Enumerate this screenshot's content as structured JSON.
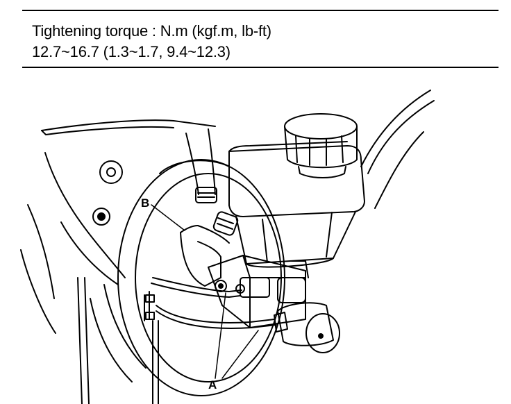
{
  "spec": {
    "torque_label": "Tightening torque : N.m (kgf.m, lb-ft)",
    "torque_value": "12.7~16.7 (1.3~1.7, 9.4~12.3)"
  },
  "callouts": {
    "a": "A",
    "b": "B"
  },
  "colors": {
    "ink": "#000000",
    "paper": "#ffffff"
  }
}
